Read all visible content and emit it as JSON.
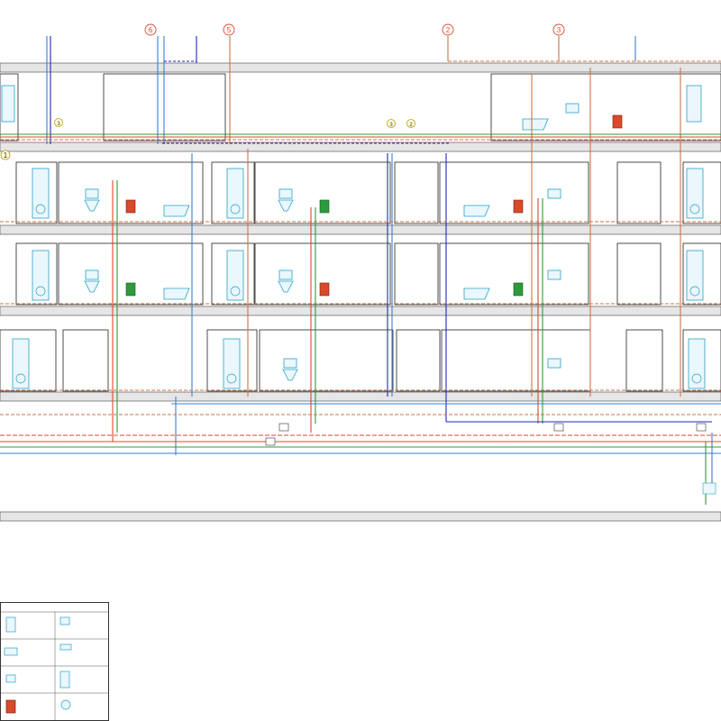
{
  "markers": {
    "m1": "1",
    "m2": "2",
    "m3": "3",
    "m5": "5",
    "m6": "6",
    "m2b": "2",
    "m3b": "3",
    "m3c": "3"
  },
  "legend": {
    "title": ""
  },
  "colors": {
    "cold_water": "#3a7fd5",
    "hot_water": "#d84a2b",
    "circulation": "#2e9a3c",
    "drainage": "#c8764a",
    "supply_main": "#1c2ab8",
    "slab": "#cfcfcf",
    "wall": "#222222",
    "fixture": "#2aa0c8"
  }
}
